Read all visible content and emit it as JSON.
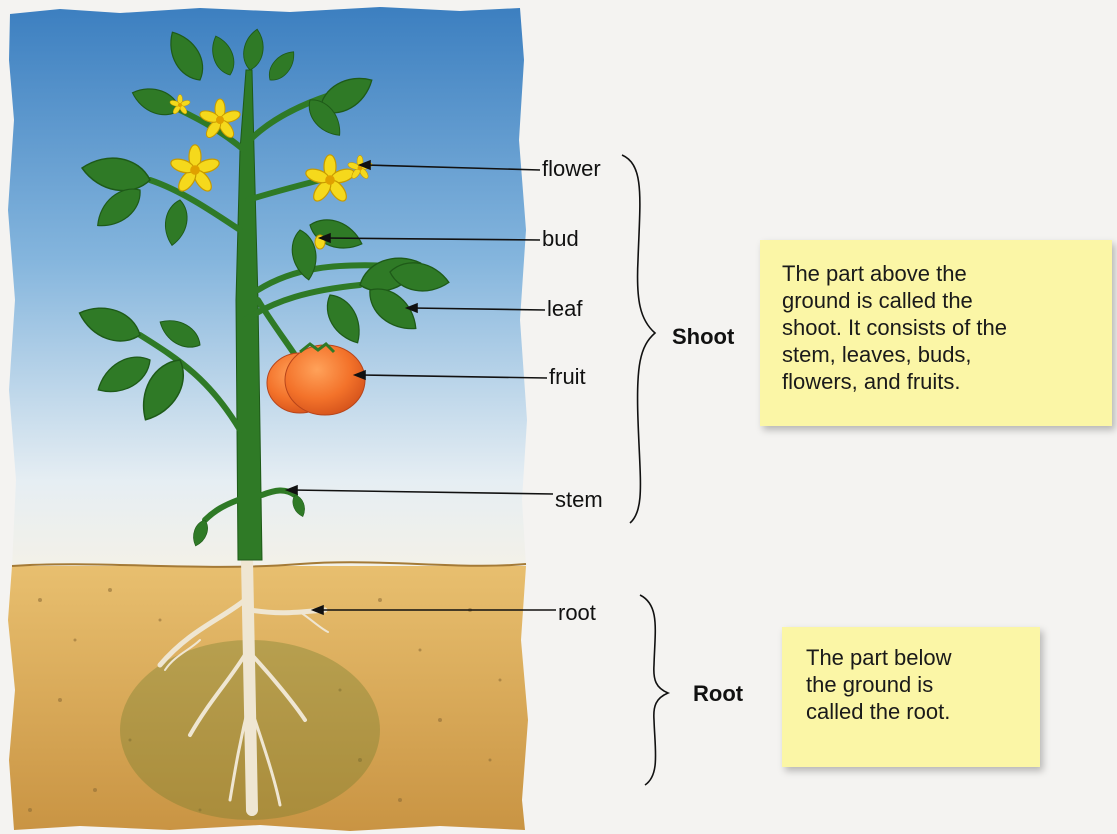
{
  "labels": {
    "flower": "flower",
    "bud": "bud",
    "leaf": "leaf",
    "fruit": "fruit",
    "stem": "stem",
    "root": "root"
  },
  "groups": {
    "shoot": "Shoot",
    "root": "Root"
  },
  "notes": {
    "shoot": {
      "line1": "The part above the",
      "line2": "ground is called the",
      "line3": "shoot. It consists of the",
      "line4": "stem, leaves, buds,",
      "line5": "flowers, and fruits."
    },
    "root": {
      "line1": "The part below",
      "line2": "the ground is",
      "line3": "called the root."
    }
  },
  "colors": {
    "note_background": "#fbf6a6",
    "sky_top": "#3c7fc0",
    "soil": "#d9a553",
    "leaf": "#2f7a26",
    "fruit": "#f07a2e",
    "flower": "#f5d91c"
  }
}
